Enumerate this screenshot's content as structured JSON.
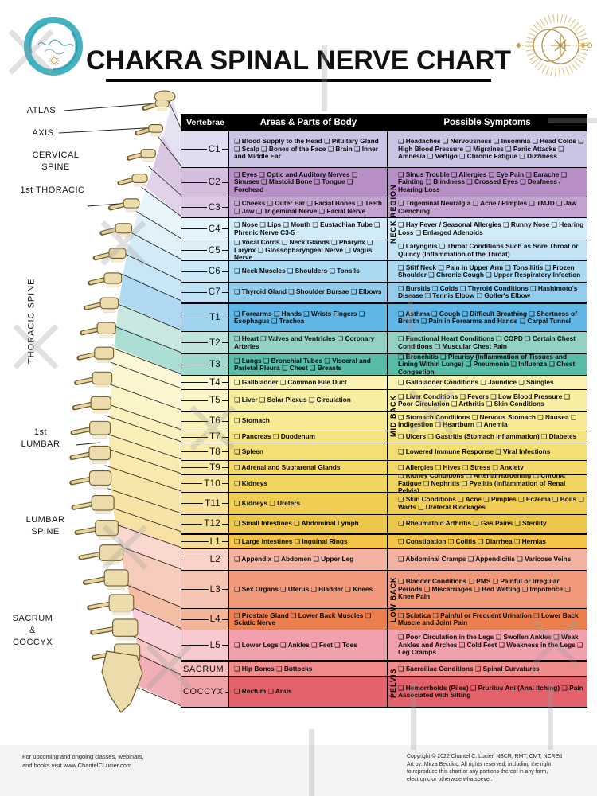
{
  "title": "CHAKRA SPINAL NERVE CHART",
  "table_header": {
    "vertebrae": "Vertebrae",
    "areas": "Areas & Parts of Body",
    "symptoms": "Possible Symptoms"
  },
  "spine_labels": {
    "atlas": "ATLAS",
    "axis": "AXIS",
    "cervical": "CERVICAL SPINE",
    "first_thoracic": "1st THORACIC",
    "thoracic": "THORACIC SPINE",
    "first_lumbar": "1st LUMBAR",
    "lumbar": "LUMBAR SPINE",
    "sacrum_coccyx": "SACRUM & COCCYX"
  },
  "regions": [
    {
      "label": "NECK REGION"
    },
    {
      "label": "MID BACK"
    },
    {
      "label": "LOW BACK"
    },
    {
      "label": "PELVIS"
    }
  ],
  "rows": [
    {
      "v": "C1",
      "color": "#cbc5e5",
      "areas": "❑ Blood Supply to the Head ❑ Pituitary Gland ❑ Scalp ❑ Bones of the Face ❑ Brain ❑ Inner and Middle Ear",
      "symptoms": "❑ Headaches ❑ Nervousness ❑ Insomnia ❑ Head Colds ❑ High Blood Pressure ❑ Migraines ❑ Panic Attacks ❑ Amnesia ❑ Vertigo ❑ Chronic Fatigue ❑ Dizziness"
    },
    {
      "v": "C2",
      "color": "#b78ec5",
      "areas": "❑ Eyes ❑ Optic and Auditory Nerves ❑ Sinuses ❑ Mastoid Bone ❑ Tongue ❑ Forehead",
      "symptoms": "❑ Sinus Trouble ❑ Allergies ❑ Eye Pain ❑ Earache ❑ Fainting ❑ Blindness ❑ Crossed Eyes ❑ Deafness / Hearing Loss"
    },
    {
      "v": "C3",
      "color": "#c5a3d1",
      "areas": "❑ Cheeks ❑ Outer Ear ❑ Facial Bones ❑ Teeth ❑ Jaw ❑ Trigeminal Nerve ❑ Facial Nerve",
      "symptoms": "❑ Trigeminal Neuralgia ❑ Acne / Pimples ❑ TMJD ❑ Jaw Clenching"
    },
    {
      "v": "C4",
      "color": "#d2ebf8",
      "areas": "❑ Nose ❑ Lips ❑ Mouth ❑ Eustachian Tube ❑ Phrenic Nerve C3-5",
      "symptoms": "❑ Hay Fever / Seasonal Allergies ❑ Runny Nose ❑ Hearing Loss ❑ Enlarged Adenoids"
    },
    {
      "v": "C5",
      "color": "#c3e3f5",
      "areas": "❑ Vocal Cords ❑ Neck Glands ❑ Pharynx ❑ Larynx ❑ Glossopharyngeal Nerve ❑ Vagus Nerve",
      "symptoms": "❑ Laryngitis ❑ Throat Conditions Such as Sore Throat or Quincy (Inflammation of the Throat)"
    },
    {
      "v": "C6",
      "color": "#a9daf2",
      "areas": "❑ Neck Muscles ❑ Shoulders ❑ Tonsils",
      "symptoms": "❑ Stiff Neck ❑ Pain in Upper Arm ❑ Tonsillitis ❑ Frozen Shoulder ❑ Chronic Cough ❑ Upper Respiratory Infection"
    },
    {
      "v": "C7",
      "color": "#92cdee",
      "areas": "❑ Thyroid Gland ❑ Shoulder Bursae ❑ Elbows",
      "symptoms": "❑ Bursitis ❑ Colds ❑ Thyroid Conditions ❑ Hashimoto's Disease ❑ Tennis Elbow ❑ Golfer's Elbow"
    },
    {
      "v": "T1",
      "color": "#60b6e5",
      "areas": "❑ Forearms ❑ Hands ❑ Wrists Fingers ❑ Esophagus ❑ Trachea",
      "symptoms": "❑ Asthma ❑ Cough ❑ Difficult Breathing ❑ Shortness of Breath ❑ Pain in Forearms and Hands ❑ Carpal Tunnel"
    },
    {
      "v": "T2",
      "color": "#92d1c4",
      "areas": "❑ Heart ❑ Valves and Ventricles ❑ Coronary Arteries",
      "symptoms": "❑ Functional Heart Conditions ❑ COPD ❑ Certain Chest Conditions ❑ Muscular Chest Pain"
    },
    {
      "v": "T3",
      "color": "#57bda9",
      "areas": "❑ Lungs ❑ Bronchial Tubes ❑ Visceral and Parietal Pleura ❑ Chest ❑ Breasts",
      "symptoms": "❑ Bronchitis ❑ Pleurisy (Inflammation of Tissues and Lining Within Lungs) ❑ Pneumonia ❑ Influenza ❑ Chest Congestion"
    },
    {
      "v": "T4",
      "color": "#f9f2b0",
      "areas": "❑ Gallbladder ❑ Common Bile Duct",
      "symptoms": "❑ Gallbladder Conditions ❑ Jaundice ❑ Shingles"
    },
    {
      "v": "T5",
      "color": "#f8eea1",
      "areas": "❑ Liver ❑ Solar Plexus ❑ Circulation",
      "symptoms": "❑ Liver Conditions ❑ Fevers ❑ Low Blood Pressure ❑ Poor Circulation ❑ Arthritis ❑ Skin Conditions"
    },
    {
      "v": "T6",
      "color": "#f7ea93",
      "areas": "❑ Stomach",
      "symptoms": "❑ Stomach Conditions ❑ Nervous Stomach ❑ Nausea ❑ Indigestion ❑ Heartburn ❑ Anemia"
    },
    {
      "v": "T7",
      "color": "#f5e37d",
      "areas": "❑ Pancreas ❑ Duodenum",
      "symptoms": "❑ Ulcers ❑ Gastritis (Stomach Inflammation) ❑ Diabetes"
    },
    {
      "v": "T8",
      "color": "#f4df73",
      "areas": "❑ Spleen",
      "symptoms": "❑ Lowered Immune Response ❑ Viral Infections"
    },
    {
      "v": "T9",
      "color": "#f3da68",
      "areas": "❑ Adrenal and Suprarenal Glands",
      "symptoms": "❑ Allergies ❑ Hives ❑ Stress ❑ Anxiety"
    },
    {
      "v": "T10",
      "color": "#f1d45d",
      "areas": "❑ Kidneys",
      "symptoms": "❑ Kidney Conditions ❑ Arterial Hardening ❑ Chronic Fatigue ❑ Nephritis ❑ Pyelitis (Inflammation of Renal Pelvis)"
    },
    {
      "v": "T11",
      "color": "#efcd53",
      "areas": "❑ Kidneys ❑ Ureters",
      "symptoms": "❑ Skin Conditions ❑ Acne ❑ Pimples ❑ Eczema ❑ Boils ❑ Warts ❑ Ureteral Blockages"
    },
    {
      "v": "T12",
      "color": "#edc74c",
      "areas": "❑ Small Intestines ❑ Abdominal Lymph",
      "symptoms": "❑ Rheumatoid Arthritis ❑ Gas Pains ❑ Sterility"
    },
    {
      "v": "L1",
      "color": "#f2c445",
      "areas": "❑ Large Intestines ❑ Inguinal Rings",
      "symptoms": "❑ Constipation ❑ Colitis ❑ Diarrhea ❑ Hernias"
    },
    {
      "v": "L2",
      "color": "#f5b2a1",
      "areas": "❑ Appendix ❑ Abdomen ❑ Upper Leg",
      "symptoms": "❑ Abdominal Cramps ❑ Appendicitis ❑ Varicose Veins"
    },
    {
      "v": "L3",
      "color": "#f0997b",
      "areas": "❑ Sex Organs ❑ Uterus ❑ Bladder ❑ Knees",
      "symptoms": "❑ Bladder Conditions ❑ PMS ❑ Painful or Irregular Periods ❑ Miscarriages ❑ Bed Wetting ❑ Impotence ❑ Knee Pain"
    },
    {
      "v": "L4",
      "color": "#ec7f4e",
      "areas": "❑ Prostate Gland ❑ Lower Back Muscles ❑ Sciatic Nerve",
      "symptoms": "❑ Sciatica ❑ Painful or Frequent Urination ❑ Lower Back Muscle and Joint Pain"
    },
    {
      "v": "L5",
      "color": "#f2a0ad",
      "areas": "❑ Lower Legs ❑ Ankles ❑ Feet ❑ Toes",
      "symptoms": "❑ Poor Circulation in the Legs ❑ Swollen Ankles ❑ Weak Ankles and Arches ❑ Cold Feet ❑ Weakness in the Legs ❑ Leg Cramps"
    },
    {
      "v": "SACRUM",
      "color": "#ef8b8b",
      "areas": "❑ Hip Bones ❑ Buttocks",
      "symptoms": "❑ Sacroiliac Conditions ❑ Spinal Curvatures"
    },
    {
      "v": "COCCYX",
      "color": "#e2616b",
      "areas": "❑ Rectum ❑ Anus",
      "symptoms": "❑ Hemorrhoids (Piles) ❑ Pruritus Ani (Anal Itching) ❑ Pain Associated with Sitting"
    }
  ],
  "footer": {
    "left": "For upcoming and ongoing classes, webinars,\nand books visit www.ChantelCLucier.com",
    "right": "Copyright © 2022 Chantel C. Lucier, NBCR, RMT, CMT, NCREd\nArt by: Mirza Becukic. All rights reserved; including the right\nto reproduce this chart or any portions thereof in any form,\nelectronic or otherwise whatsoever."
  },
  "colors": {
    "header_bg": "#000000",
    "header_text": "#ffffff",
    "spine_bone": "#ecdbab",
    "spine_outline": "#6e5a2a",
    "logo_teal": "#2aa7b8",
    "logo_gold": "#c09a4e"
  }
}
